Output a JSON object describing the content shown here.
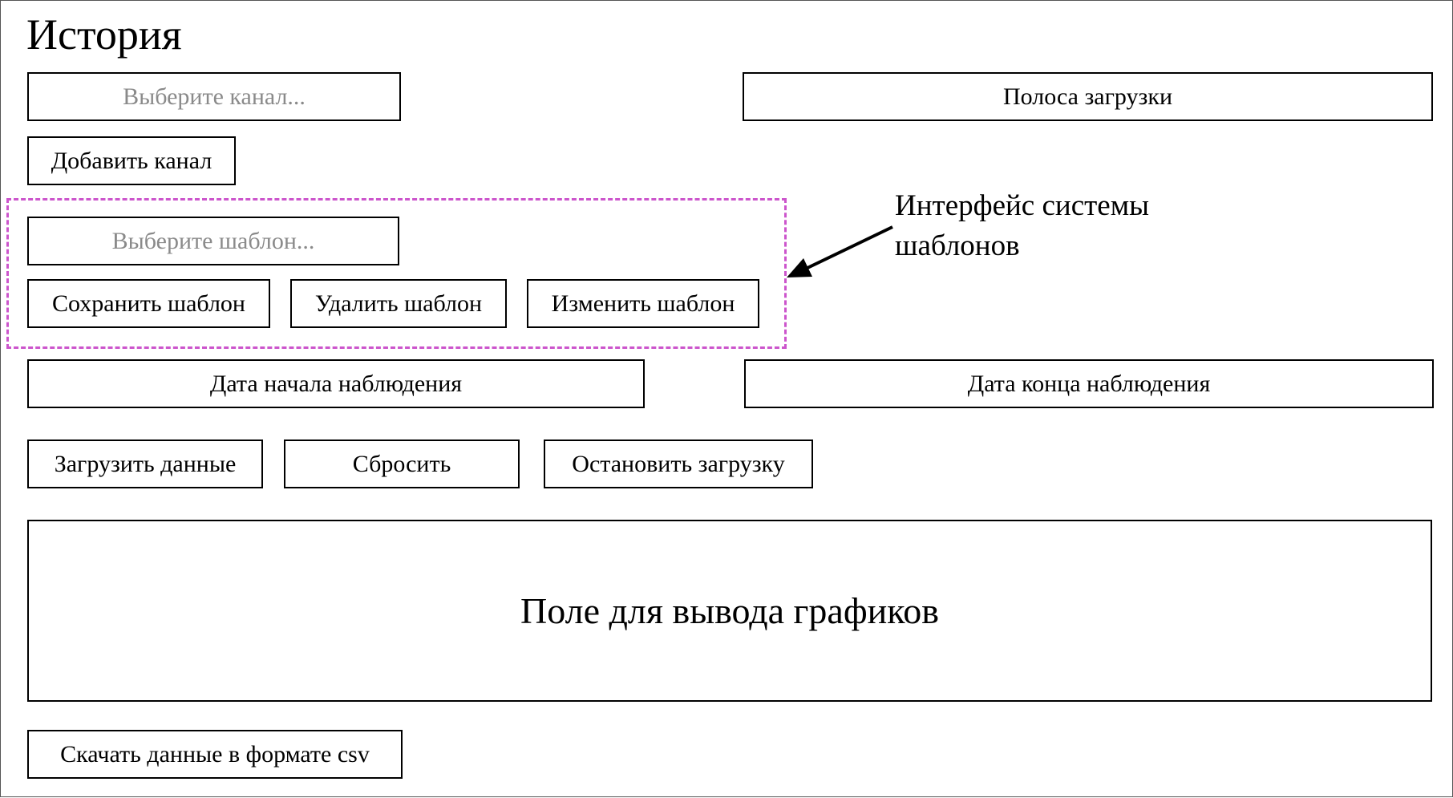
{
  "page": {
    "title": "История"
  },
  "channel": {
    "select_placeholder": "Выберите канал...",
    "add_button": "Добавить канал"
  },
  "progress": {
    "label": "Полоса загрузки"
  },
  "templates": {
    "select_placeholder": "Выберите шаблон...",
    "save_button": "Сохранить шаблон",
    "delete_button": "Удалить шаблон",
    "edit_button": "Изменить шаблон",
    "annotation_line1": "Интерфейс системы",
    "annotation_line2": "шаблонов",
    "zone_color": "#cc55cc"
  },
  "dates": {
    "start_label": "Дата начала наблюдения",
    "end_label": "Дата конца наблюдения"
  },
  "actions": {
    "load_button": "Загрузить данные",
    "reset_button": "Сбросить",
    "stop_button": "Остановить загрузку"
  },
  "chart_area": {
    "label": "Поле для вывода графиков"
  },
  "export": {
    "csv_button": "Скачать данные в формате csv"
  }
}
